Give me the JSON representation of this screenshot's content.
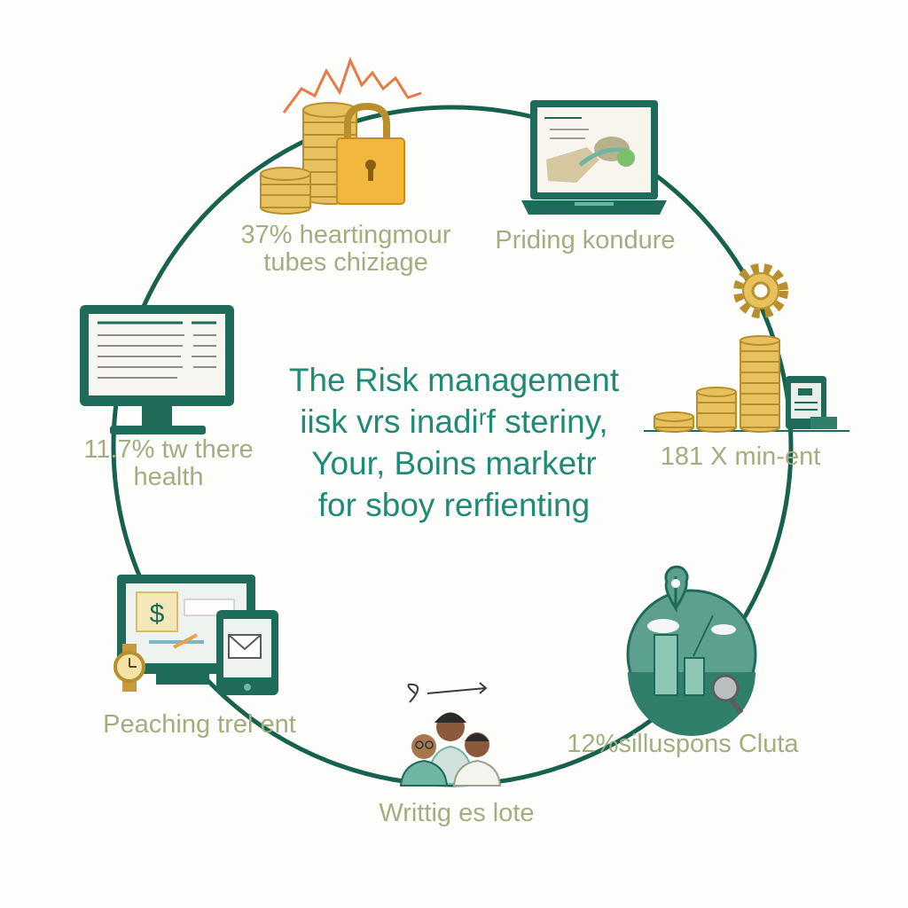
{
  "center": {
    "lines": [
      "The Risk management",
      "iisk vrs inadiʳf steriny,",
      "Your, Boins marketr",
      "for sboy rerfienting"
    ]
  },
  "nodes": [
    {
      "lines": [
        "37% heartingmour",
        "tubes chiziage"
      ],
      "icon": "coins-padlock-icon"
    },
    {
      "lines": [
        "Priding kondure"
      ],
      "icon": "laptop-chart-icon"
    },
    {
      "lines": [
        "181 X min-ent"
      ],
      "icon": "coin-stacks-gear-icon"
    },
    {
      "lines": [
        "12%silluspons Cluta"
      ],
      "icon": "globe-city-location-icon"
    },
    {
      "lines": [
        "Writtig es lote"
      ],
      "icon": "people-group-icon"
    },
    {
      "lines": [
        "Peaching trel ent"
      ],
      "icon": "monitor-tablet-dollar-icon"
    },
    {
      "lines": [
        "11.7% tw there",
        "health"
      ],
      "icon": "desktop-monitor-icon"
    }
  ],
  "colors": {
    "ring": "#17614f",
    "dark_teal": "#1d6b58",
    "teal": "#6fb5a3",
    "gold": "#e8c15f",
    "gold_dark": "#b88f2c",
    "lock": "#f2b73c",
    "zigzag": "#e77b47",
    "label": "#a3ad80",
    "center_text": "#1f8a76"
  }
}
